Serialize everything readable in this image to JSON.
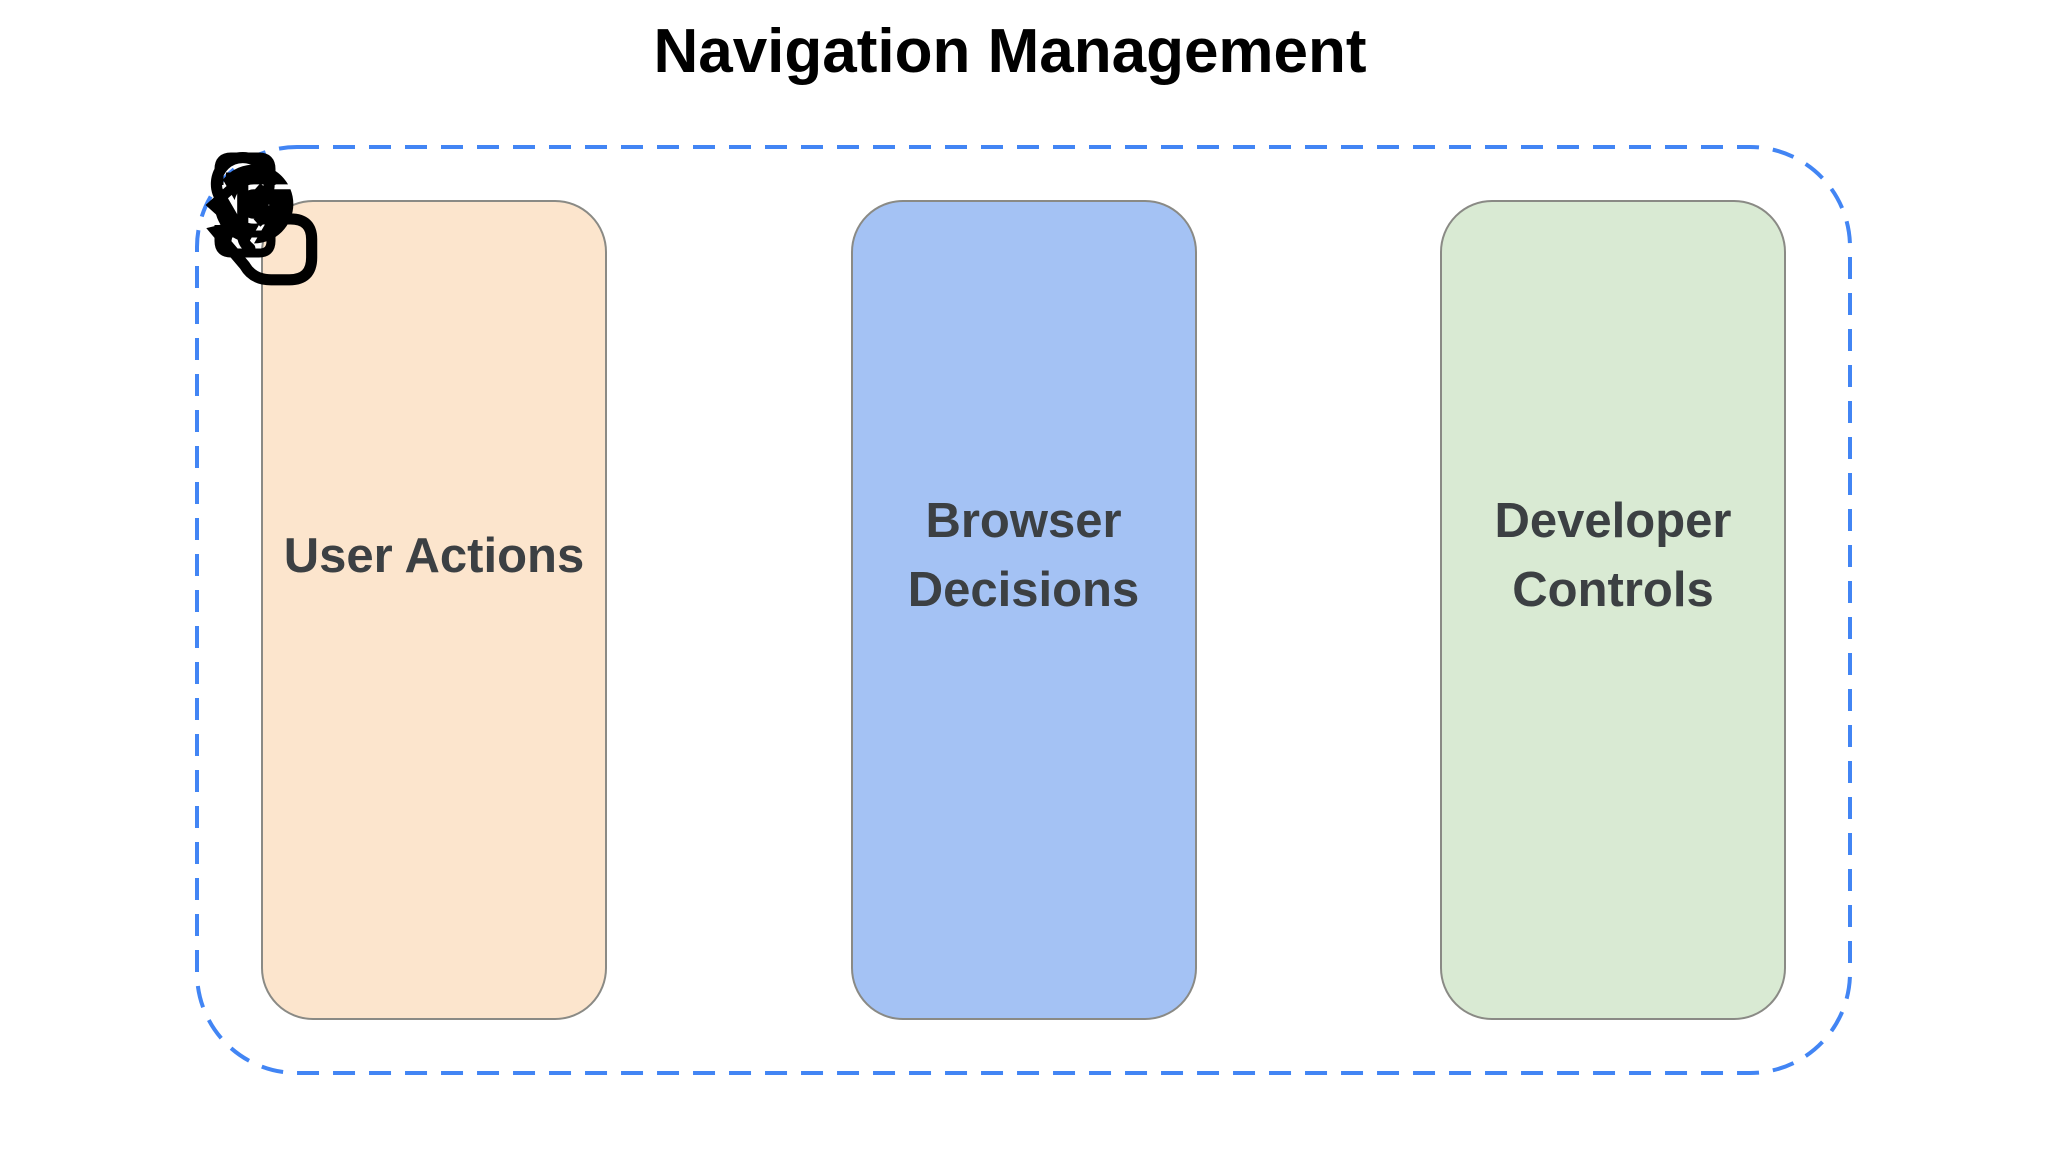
{
  "title": "Navigation Management",
  "boundary": {
    "stroke_color": "#4285F4",
    "style": "dashed-rounded-rectangle"
  },
  "cards": [
    {
      "label": "User Actions",
      "bg_color": "#FCE5CD",
      "icon": "touch-gesture-icon"
    },
    {
      "label": "Browser Decisions",
      "bg_color": "#A4C2F4",
      "icon": "chrome-browser-icon"
    },
    {
      "label": "Developer Controls",
      "bg_color": "#D9EAD3",
      "icon": "developer-mode-icon"
    }
  ],
  "colors": {
    "background": "#FFFFFF",
    "title_text": "#000000",
    "card_text": "#3C4043",
    "card_border": "#8A8A85",
    "icon": "#000000"
  }
}
